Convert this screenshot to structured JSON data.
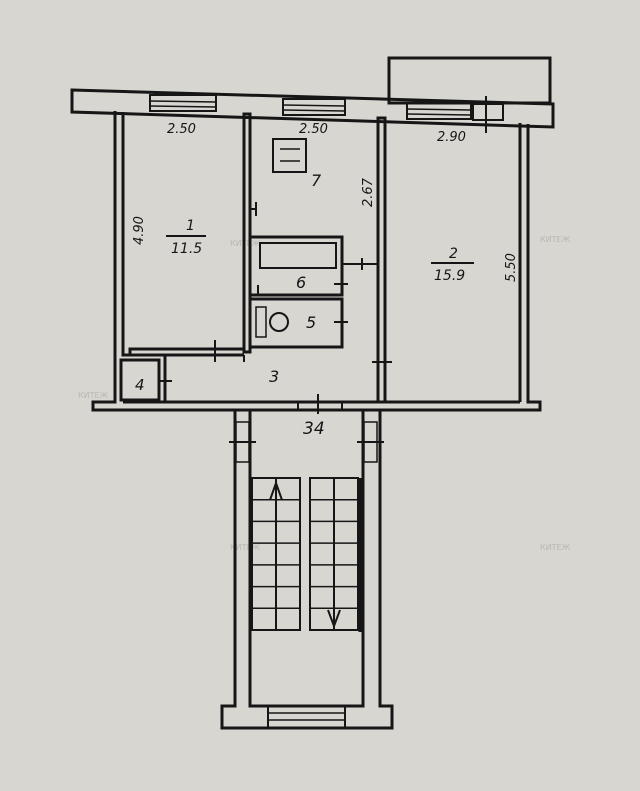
{
  "plan": {
    "rooms": [
      {
        "number": "1",
        "area": "11.5"
      },
      {
        "number": "2",
        "area": "15.9"
      },
      {
        "number": "3"
      },
      {
        "number": "4"
      },
      {
        "number": "5"
      },
      {
        "number": "6"
      },
      {
        "number": "7"
      },
      {
        "number": "34"
      }
    ],
    "dimensions": {
      "room1_width": "2.50",
      "room1_length": "4.90",
      "room7_width": "2.50",
      "room7_length": "2.67",
      "room2_width": "2.90",
      "room2_length": "5.50"
    },
    "watermark": "КИТЕЖ",
    "colors": {
      "background": "#d8d6d1",
      "ink": "#161616"
    }
  }
}
